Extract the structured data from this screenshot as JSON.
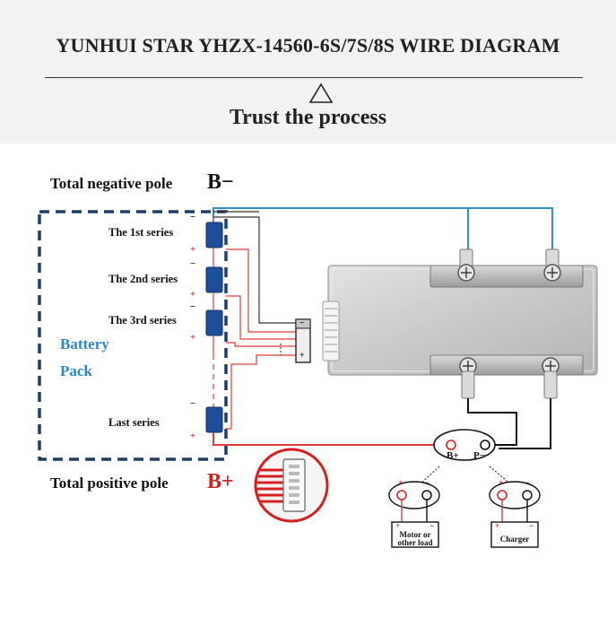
{
  "header": {
    "title": "YUNHUI STAR  YHZX-14560-6S/7S/8S WIRE DIAGRAM",
    "tagline": "Trust the process"
  },
  "poles": {
    "negative_label": "Total negative pole",
    "negative_symbol": "B−",
    "positive_label": "Total positive pole",
    "positive_symbol": "B+"
  },
  "battery_pack": {
    "label_line1": "Battery",
    "label_line2": "Pack",
    "series": [
      {
        "label": "The 1st series"
      },
      {
        "label": "The 2nd series"
      },
      {
        "label": "The 3rd series"
      },
      {
        "label": "Last series"
      }
    ],
    "minus_sign": "−",
    "plus_sign": "+"
  },
  "connector": {
    "minus": "−",
    "plus": "+"
  },
  "output_terminals": {
    "b_plus": "B+",
    "p_minus": "P−"
  },
  "loads": {
    "motor_line1": "Motor or",
    "motor_line2": "other load",
    "charger": "Charger"
  },
  "colors": {
    "wire_red": "#e33b3b",
    "wire_blue": "#2e8fd0",
    "wire_black": "#111111",
    "cell_blue": "#1b4f9c",
    "pack_border": "#1d3e63",
    "pole_red": "#d62020"
  }
}
